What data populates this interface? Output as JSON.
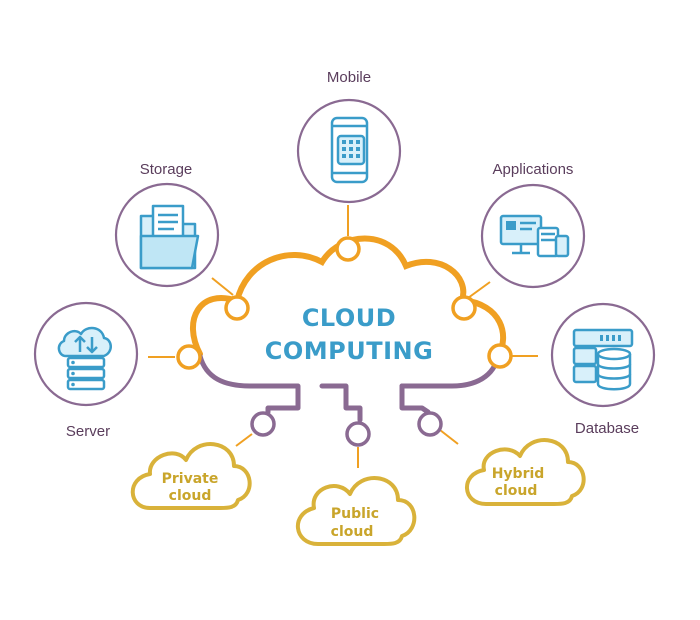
{
  "title": {
    "line1": "CLOUD",
    "line2": "COMPUTING"
  },
  "nodes": {
    "mobile": {
      "label": "Mobile",
      "icon": "mobile-phone-icon"
    },
    "storage": {
      "label": "Storage",
      "icon": "folder-files-icon"
    },
    "applications": {
      "label": "Applications",
      "icon": "devices-icon"
    },
    "server": {
      "label": "Server",
      "icon": "cloud-server-icon"
    },
    "database": {
      "label": "Database",
      "icon": "database-icon"
    }
  },
  "clouds": {
    "private": {
      "line1": "Private",
      "line2": "cloud"
    },
    "public": {
      "line1": "Public",
      "line2": "cloud"
    },
    "hybrid": {
      "line1": "Hybrid",
      "line2": "cloud"
    }
  },
  "colors": {
    "orange": "#f0a022",
    "purple": "#8a6a92",
    "blue": "#3a9cc9",
    "gold": "#d9b23a",
    "label": "#5a3d5c"
  }
}
